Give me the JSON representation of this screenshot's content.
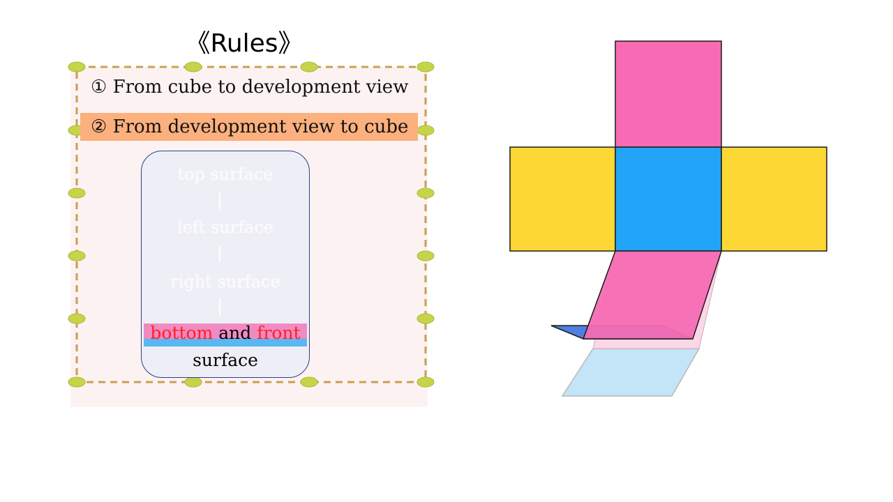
{
  "title": "《Rules》",
  "rules": {
    "rule1": "① From cube to development view",
    "rule2": "② From development view to cube"
  },
  "flow": {
    "step1": "top surface",
    "step2": "left surface",
    "step3": "right surface",
    "final_part1": "bottom",
    "final_and": " and ",
    "final_part2": "front",
    "final_line2": "surface"
  },
  "colors": {
    "pink": "#f66bb3",
    "yellow": "#fdd734",
    "blue": "#22a4f8",
    "highlight_orange": "#fbb07d",
    "text_red": "#ff1f1f"
  }
}
